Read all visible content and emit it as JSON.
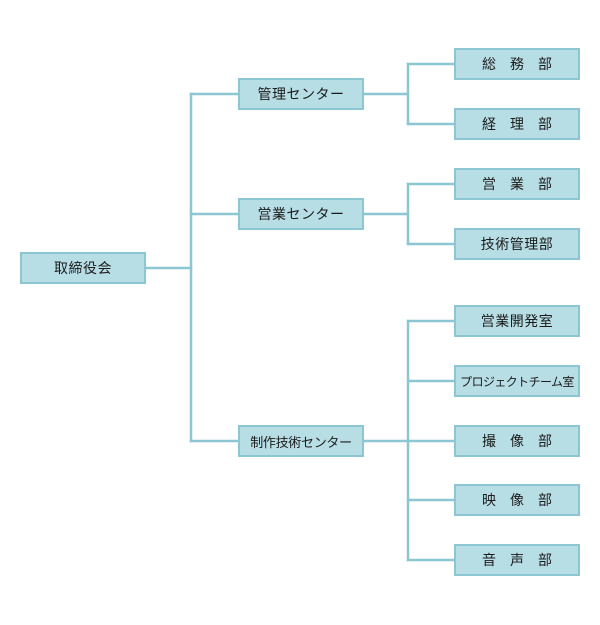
{
  "root": {
    "label": "取締役会"
  },
  "centers": [
    {
      "label": "管理センター",
      "departments": [
        "総　務　部",
        "経　理　部"
      ]
    },
    {
      "label": "営業センター",
      "departments": [
        "営　業　部",
        "技術管理部"
      ]
    },
    {
      "label": "制作技術センター",
      "departments": [
        "営業開発室",
        "プロジェクトチーム室",
        "撮　像　部",
        "映　像　部",
        "音　声　部"
      ]
    }
  ],
  "colors": {
    "box_fill": "#b7dde5",
    "box_border": "#8cc6d2",
    "line": "#8cc6d2",
    "text": "#1c1c1c"
  }
}
